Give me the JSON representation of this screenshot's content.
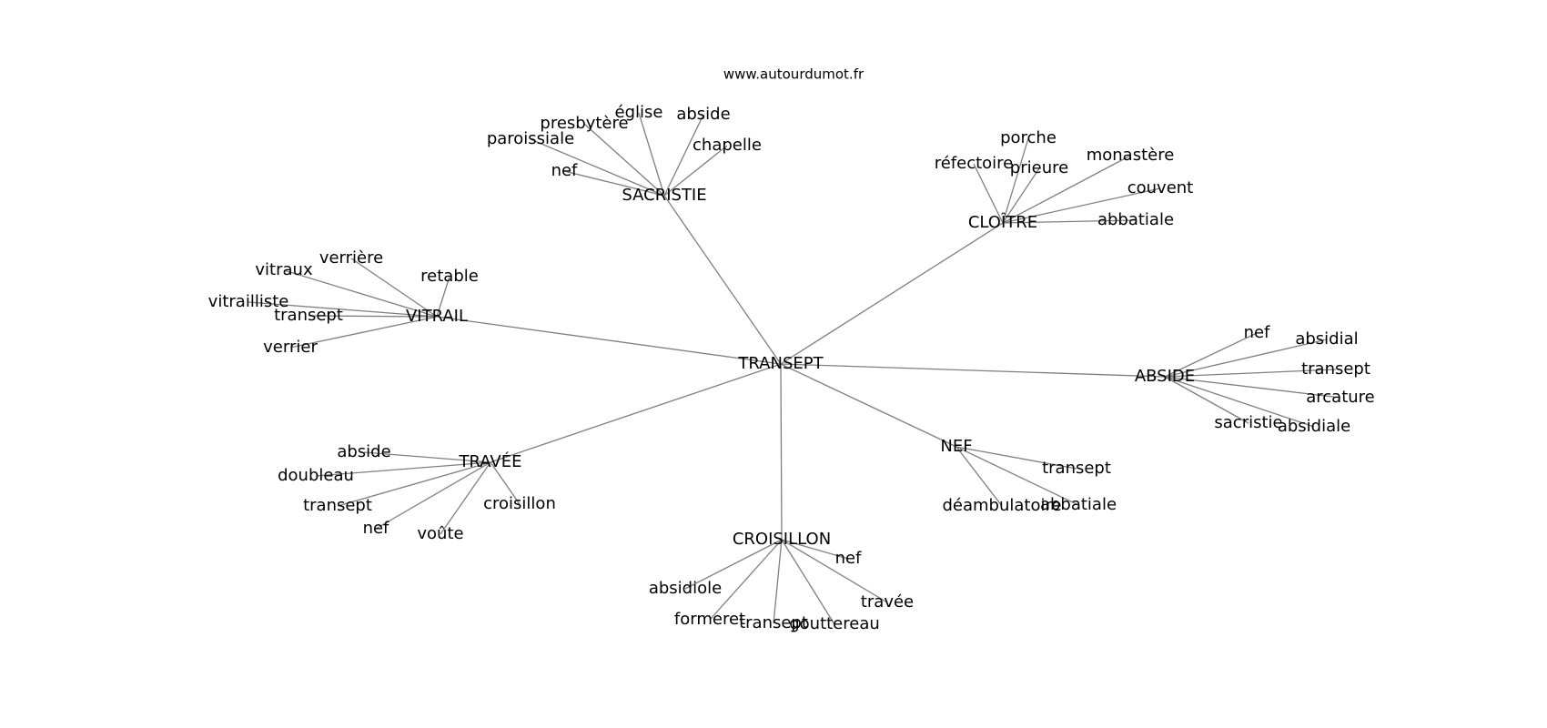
{
  "watermark": "www.autourdumot.fr",
  "graph": {
    "center": "TRANSEPT",
    "hubs": [
      {
        "id": "sacristie",
        "label": "SACRISTIE",
        "leaves": [
          "nef",
          "paroissiale",
          "presbytère",
          "église",
          "abside",
          "chapelle"
        ]
      },
      {
        "id": "cloitre",
        "label": "CLOÎTRE",
        "leaves": [
          "réfectoire",
          "porche",
          "prieure",
          "monastère",
          "couvent",
          "abbatiale"
        ]
      },
      {
        "id": "vitrail",
        "label": "VITRAIL",
        "leaves": [
          "vitraux",
          "verrière",
          "retable",
          "vitrailliste",
          "transept",
          "verrier"
        ]
      },
      {
        "id": "abside",
        "label": "ABSIDE",
        "leaves": [
          "nef",
          "absidial",
          "transept",
          "arcature",
          "sacristie",
          "absidiale"
        ]
      },
      {
        "id": "travee",
        "label": "TRAVÉE",
        "leaves": [
          "abside",
          "doubleau",
          "transept",
          "nef",
          "voûte",
          "croisillon"
        ]
      },
      {
        "id": "nef",
        "label": "NEF",
        "leaves": [
          "transept",
          "déambulatoire",
          "abbatiale"
        ]
      },
      {
        "id": "croisillon",
        "label": "CROISILLON",
        "leaves": [
          "nef",
          "absidiole",
          "formeret",
          "transept",
          "gouttereau",
          "travée"
        ]
      }
    ]
  }
}
